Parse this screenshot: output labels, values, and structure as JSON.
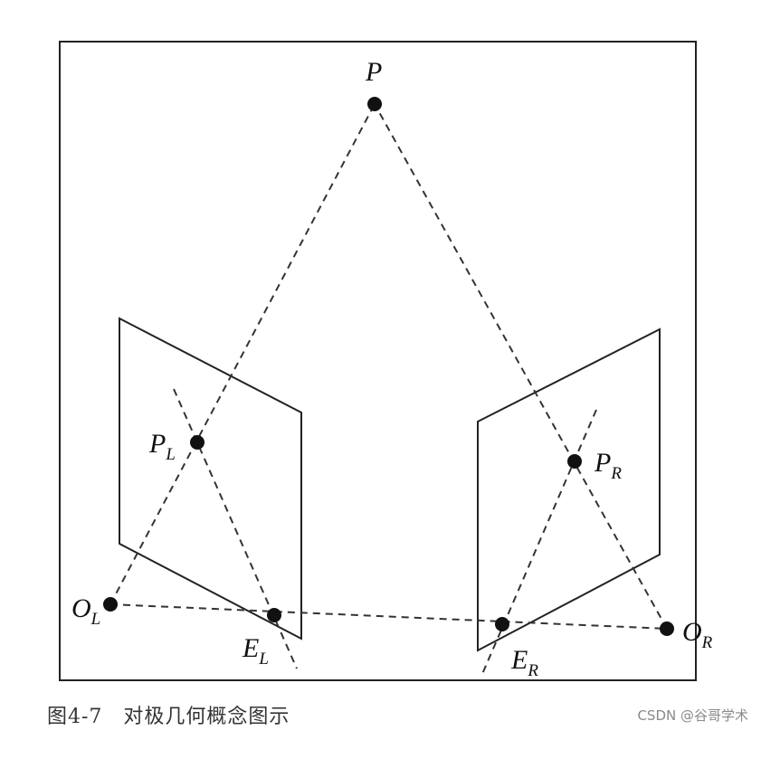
{
  "diagram": {
    "points": {
      "P": {
        "main": "P",
        "sub": ""
      },
      "PL": {
        "main": "P",
        "sub": "L"
      },
      "PR": {
        "main": "P",
        "sub": "R"
      },
      "OL": {
        "main": "O",
        "sub": "L"
      },
      "OR": {
        "main": "O",
        "sub": "R"
      },
      "EL": {
        "main": "E",
        "sub": "L"
      },
      "ER": {
        "main": "E",
        "sub": "R"
      }
    }
  },
  "caption": "图4-7　对极几何概念图示",
  "watermark": "CSDN @谷哥学术"
}
